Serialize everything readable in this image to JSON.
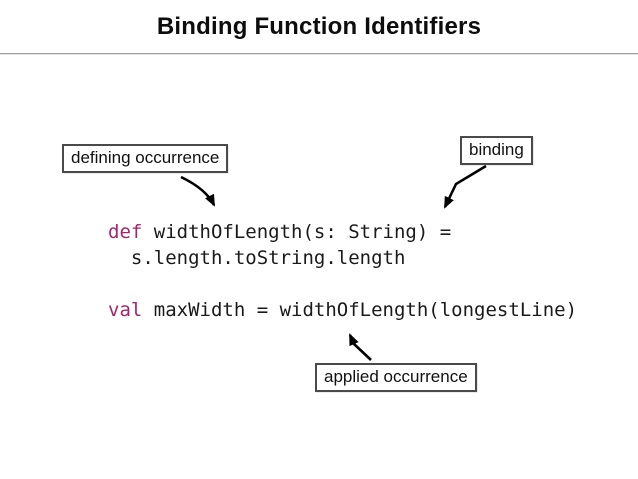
{
  "slide": {
    "title": "Binding Function Identifiers"
  },
  "annotations": {
    "defining_label": "defining occurrence",
    "binding_label": "binding",
    "applied_label": "applied occurrence"
  },
  "code": {
    "line1_keyword": "def",
    "line1_rest": " widthOfLength(s: String) =",
    "line2": "  s.length.toString.length",
    "line3": "",
    "line4_keyword": "val",
    "line4_rest": " maxWidth = widthOfLength(longestLine)"
  },
  "colors": {
    "keyword": "#a5246d",
    "code_text": "#1a1a1a",
    "title_text": "#0d0d0d",
    "box_border": "#4a4a4a",
    "arrow": "#000000",
    "divider": "#9c9c9c"
  }
}
